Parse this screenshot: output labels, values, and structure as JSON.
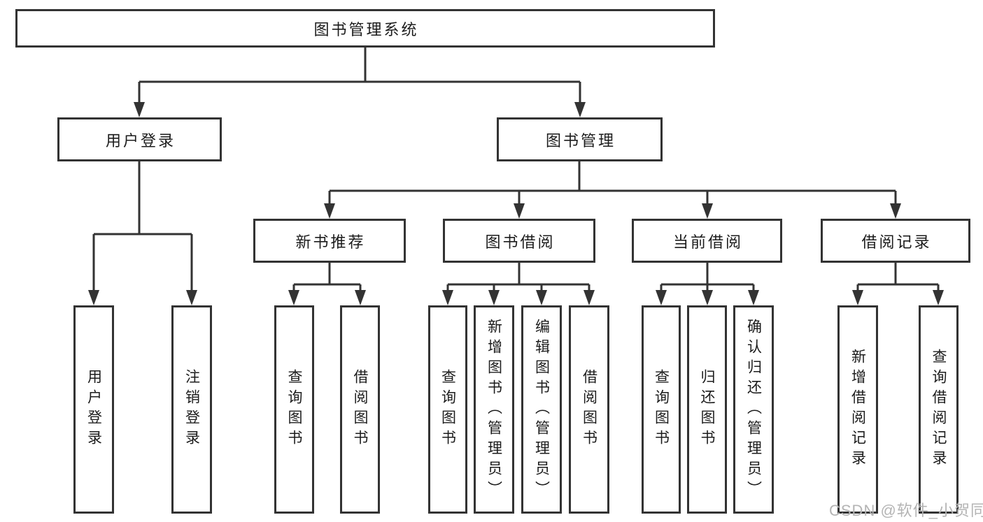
{
  "diagram": {
    "type": "hierarchy-diagram",
    "root": "图书管理系统",
    "branches": [
      {
        "label": "用户登录",
        "children": [
          {
            "label": "用户登录"
          },
          {
            "label": "注销登录"
          }
        ]
      },
      {
        "label": "图书管理",
        "children": [
          {
            "label": "新书推荐",
            "children": [
              {
                "label": "查询图书"
              },
              {
                "label": "借阅图书"
              }
            ]
          },
          {
            "label": "图书借阅",
            "children": [
              {
                "label": "查询图书"
              },
              {
                "label": "新增图书（管理员）"
              },
              {
                "label": "编辑图书（管理员）"
              },
              {
                "label": "借阅图书"
              }
            ]
          },
          {
            "label": "当前借阅",
            "children": [
              {
                "label": "查询图书"
              },
              {
                "label": "归还图书"
              },
              {
                "label": "确认归还（管理员）"
              }
            ]
          },
          {
            "label": "借阅记录",
            "children": [
              {
                "label": "新增借阅记录"
              },
              {
                "label": "查询借阅记录"
              }
            ]
          }
        ]
      }
    ]
  },
  "watermark": {
    "text": "CSDN @软件_小贺同学"
  },
  "colors": {
    "line": "#333333",
    "text": "#1c1c1c",
    "background": "#ffffff",
    "watermark": "#b4b4b4"
  }
}
